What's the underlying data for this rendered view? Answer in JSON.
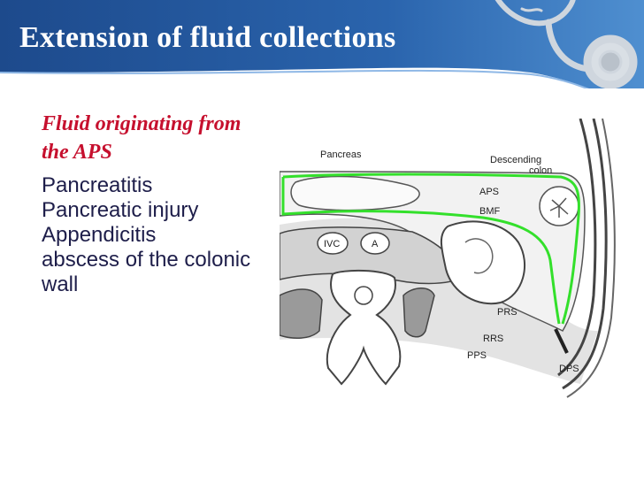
{
  "slide": {
    "title": "Extension of fluid collections",
    "subtitle": "Fluid originating from the APS",
    "bullets": [
      "Pancreatitis",
      "Pancreatic injury",
      "Appendicitis",
      "abscess of the colonic wall"
    ]
  },
  "diagram": {
    "labels": {
      "pancreas": "Pancreas",
      "descending": "Descending",
      "colon": "colon",
      "aps": "APS",
      "bmf": "BMF",
      "ivc": "IVC",
      "aorta": "A",
      "prs": "PRS",
      "rrs": "RRS",
      "pps": "PPS",
      "dps": "DPS"
    }
  },
  "colors": {
    "header_blue": "#1f4f93",
    "subtitle_red": "#c6102e",
    "body_text": "#1e1e4a",
    "highlight_green": "#33e02b"
  },
  "icons": [
    "stethoscope-icon"
  ]
}
